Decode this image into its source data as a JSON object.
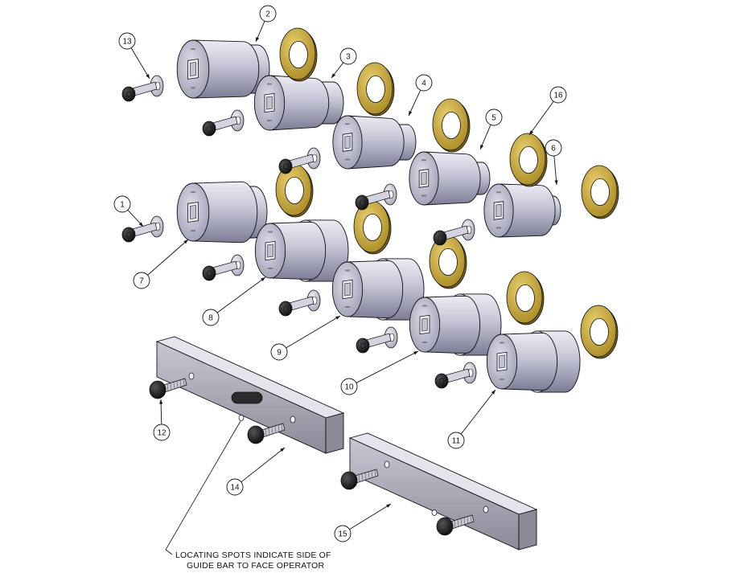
{
  "colors": {
    "metal_light": "#d9d9e6",
    "metal_mid": "#aeaec4",
    "metal_dark": "#6e6e86",
    "washer_brass": "#b89a2e",
    "washer_brass_light": "#e2c866",
    "bolt_black": "#1a1a1a",
    "bar_gray": "#9a9aa8",
    "line": "#111111"
  },
  "callouts": [
    {
      "id": "1",
      "label": "1"
    },
    {
      "id": "2",
      "label": "2"
    },
    {
      "id": "3",
      "label": "3"
    },
    {
      "id": "4",
      "label": "4"
    },
    {
      "id": "5",
      "label": "5"
    },
    {
      "id": "6",
      "label": "6"
    },
    {
      "id": "7",
      "label": "7"
    },
    {
      "id": "8",
      "label": "8"
    },
    {
      "id": "9",
      "label": "9"
    },
    {
      "id": "10",
      "label": "10"
    },
    {
      "id": "11",
      "label": "11"
    },
    {
      "id": "12",
      "label": "12"
    },
    {
      "id": "13",
      "label": "13"
    },
    {
      "id": "14",
      "label": "14"
    },
    {
      "id": "15",
      "label": "15"
    },
    {
      "id": "16",
      "label": "16"
    }
  ],
  "note": {
    "line1": "LOCATING SPOTS INDICATE SIDE OF",
    "line2": "GUIDE BAR TO FACE OPERATOR"
  },
  "icons": [
    "roller-icon",
    "washer-icon",
    "bolt-icon",
    "guide-bar-icon",
    "locating-pin-icon"
  ]
}
